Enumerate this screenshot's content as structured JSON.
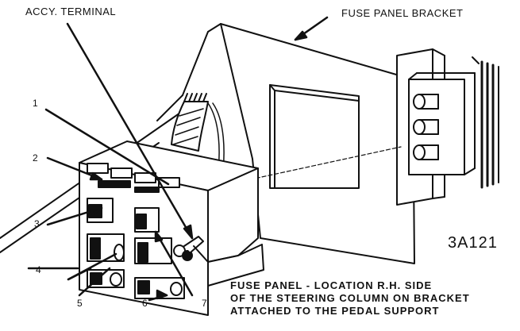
{
  "labels": {
    "accy_terminal": "ACCY. TERMINAL",
    "fuse_panel_bracket": "FUSE PANEL BRACKET",
    "figure_code": "3A121",
    "caption_lines": [
      "FUSE PANEL - LOCATION R.H. SIDE",
      "OF THE STEERING COLUMN ON BRACKET",
      "ATTACHED TO THE PEDAL SUPPORT"
    ]
  },
  "callouts": [
    "1",
    "2",
    "3",
    "4",
    "5",
    "6",
    "7"
  ],
  "colors": {
    "ink": "#111111",
    "paper": "#ffffff",
    "shade": "#2a2a2a"
  }
}
